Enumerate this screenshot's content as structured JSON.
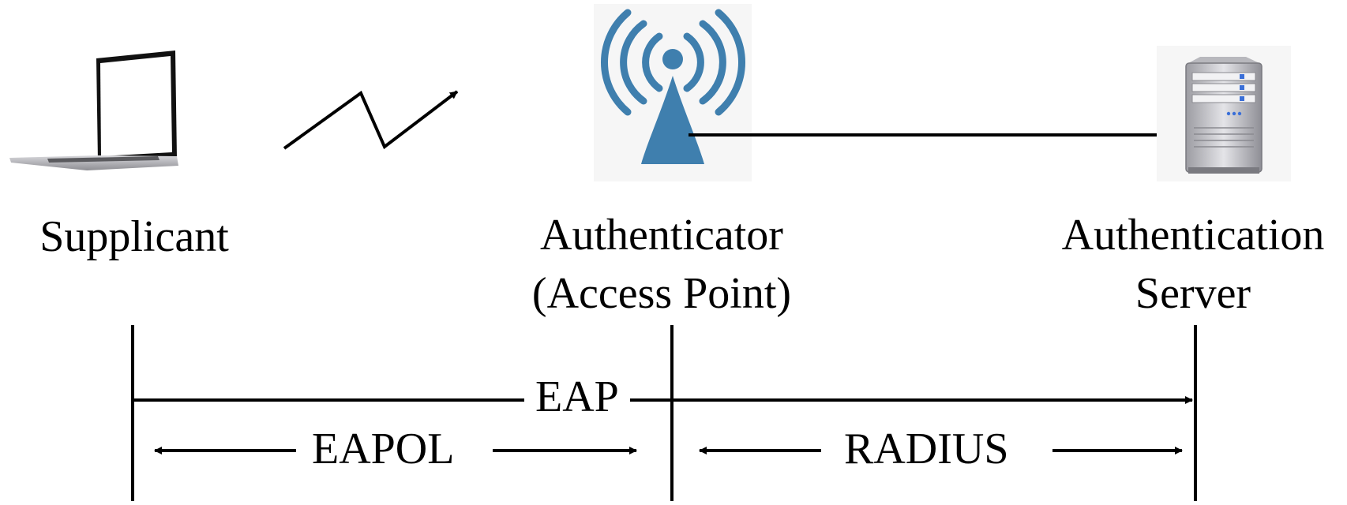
{
  "entities": {
    "supplicant": {
      "label": "Supplicant",
      "icon": "laptop-icon"
    },
    "authenticator": {
      "line1": "Authenticator",
      "line2": "(Access Point)",
      "icon": "access-point-icon"
    },
    "server": {
      "line1": "Authentication",
      "line2": "Server",
      "icon": "server-icon"
    }
  },
  "protocols": {
    "eap": "EAP",
    "eapol": "EAPOL",
    "radius": "RADIUS"
  },
  "colors": {
    "line": "#000000",
    "access_point": "#3f7fae",
    "server_body": "#cfcfd2"
  }
}
